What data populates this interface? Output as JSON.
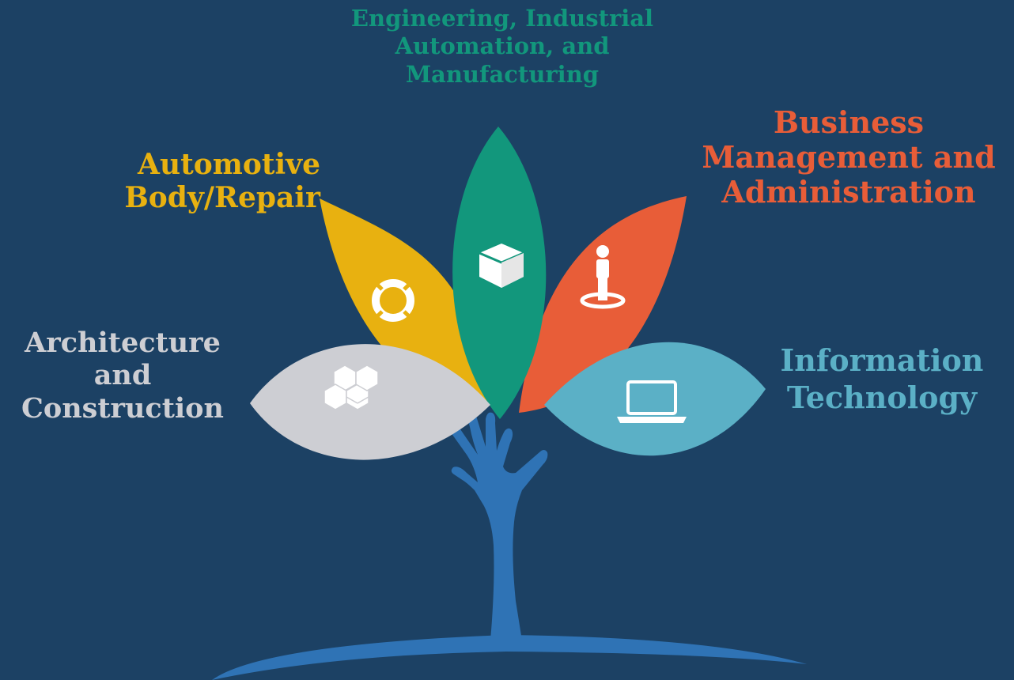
{
  "colors": {
    "background": "#1c4164",
    "hand": "#2f73b5",
    "architecture": "#cdced3",
    "automotive": "#e8b110",
    "engineering": "#12977c",
    "business": "#e85d38",
    "information_technology": "#5bb0c6"
  },
  "labels": {
    "engineering": "Engineering, Industrial\nAutomation, and\nManufacturing",
    "automotive": "Automotive\nBody/Repair",
    "business": "Business\nManagement and\nAdministration",
    "architecture": "Architecture\nand\nConstruction",
    "information_technology": "Information\nTechnology"
  },
  "icons": {
    "architecture": "stacked-cubes-icon",
    "automotive": "lifebuoy-icon",
    "engineering": "cube-icon",
    "business": "person-on-target-icon",
    "information_technology": "laptop-icon"
  }
}
